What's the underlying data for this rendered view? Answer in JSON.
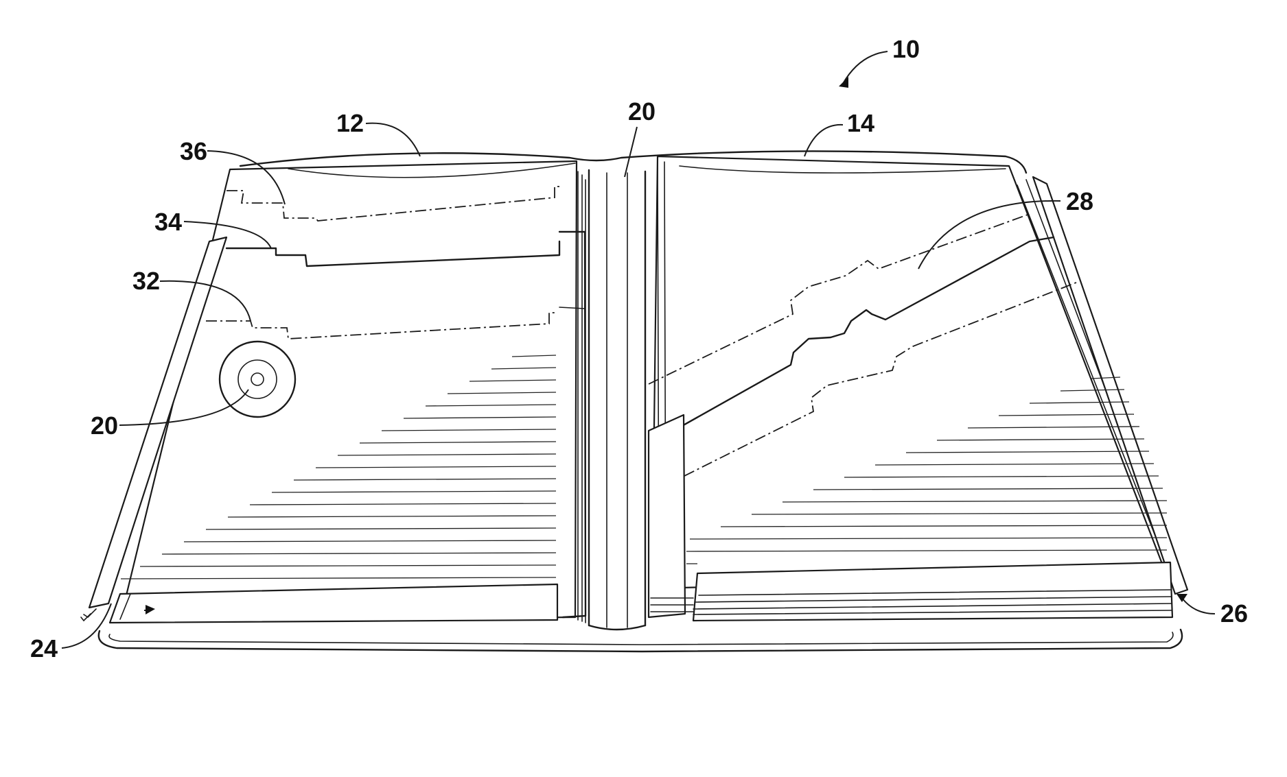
{
  "figure": {
    "labels": {
      "assembly": "10",
      "left_cover": "12",
      "right_cover": "14",
      "spine": "20",
      "grommet": "20",
      "left_pocket": "24",
      "right_pocket": "26",
      "right_divider": "28",
      "divider_front": "32",
      "divider_middle": "34",
      "divider_back": "36"
    }
  }
}
